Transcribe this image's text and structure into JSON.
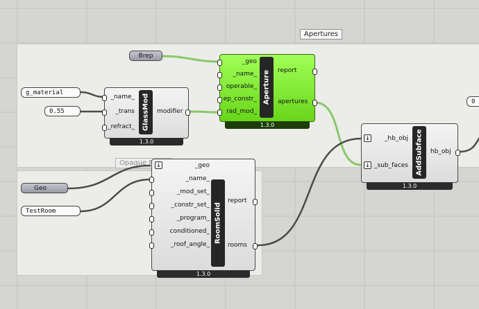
{
  "groups": {
    "apertures": "Apertures",
    "opaque": "Opaque Faces"
  },
  "params": {
    "brep": "Brep",
    "material": "g_material",
    "trans": "0.55",
    "geo": "Geo",
    "room_name": "TestRoom",
    "cut_value": "0"
  },
  "glassmod": {
    "title": "GlassMod",
    "inputs": [
      "_name_",
      "_trans",
      "_refract_"
    ],
    "output": "modifier",
    "version": "1.3.0"
  },
  "aperture": {
    "title": "Aperture",
    "inputs": [
      "_geo",
      "_name_",
      "operable_",
      "ep_constr_",
      "rad_mod_"
    ],
    "outputs": [
      "report",
      "apertures"
    ],
    "version": "1.3.0"
  },
  "addsubface": {
    "title": "AddSubface",
    "inputs": [
      "_hb_obj",
      "_sub_faces"
    ],
    "output": "hb_obj",
    "version": "1.3.0",
    "icon": "down-arrow-icon"
  },
  "roomsolid": {
    "title": "RoomSolid",
    "inputs": [
      "_geo",
      "_name_",
      "_mod_set_",
      "_constr_set_",
      "_program_",
      "conditioned_",
      "_roof_angle_"
    ],
    "outputs": [
      "report",
      "rooms"
    ],
    "version": "1.3.0",
    "icon": "down-arrow-icon"
  }
}
